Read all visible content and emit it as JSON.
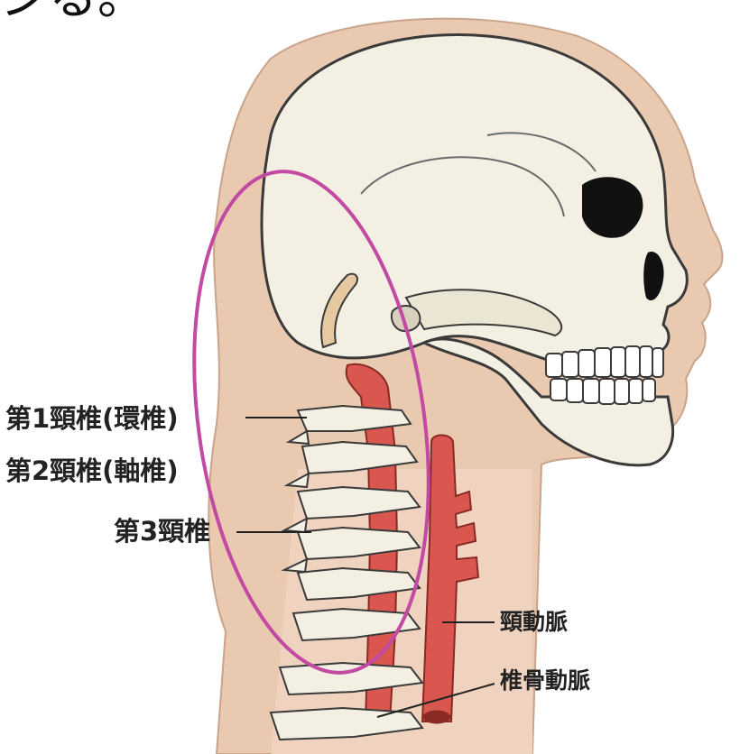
{
  "top_fragment": "ジる。",
  "labels": {
    "c1": "第1頸椎(環椎)",
    "c2": "第2頸椎(軸椎)",
    "c3": "第3頸椎",
    "carotid": "頸動脈",
    "vertebral": "椎骨動脈"
  },
  "colors": {
    "skin": "#e9c9b0",
    "skin_light": "#f3dccb",
    "bone": "#f3efe2",
    "bone_outline": "#3a3a3a",
    "artery": "#d9574f",
    "artery_dark": "#b8342f",
    "highlight_ellipse": "#c24aa3"
  }
}
